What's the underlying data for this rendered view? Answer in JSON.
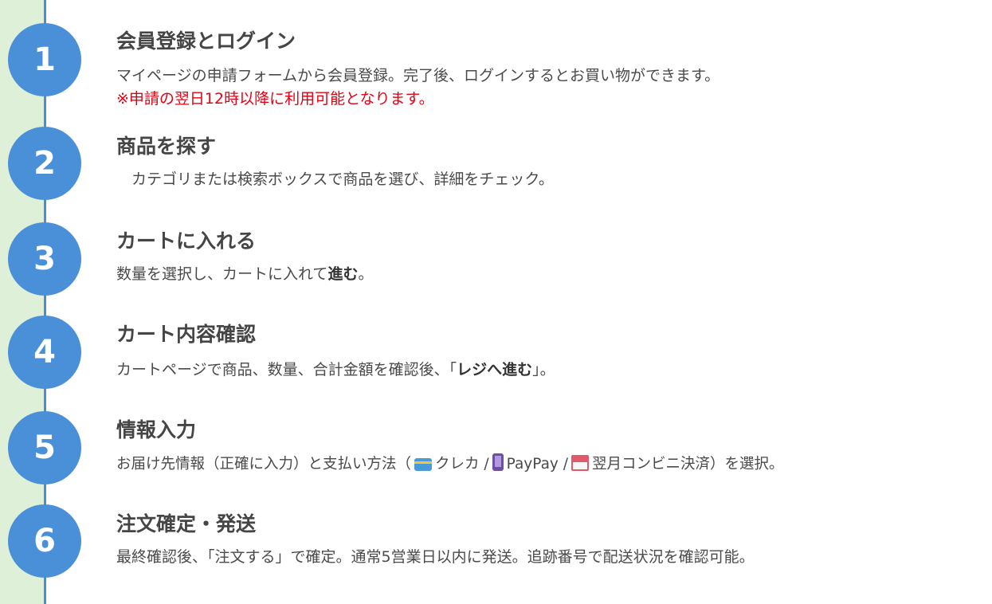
{
  "steps": [
    {
      "number": "1",
      "title": "会員登録とログイン",
      "desc": "マイページの申請フォームから会員登録。完了後、ログインするとお買い物ができます。",
      "note": "※申請の翌日12時以降に利用可能となります。"
    },
    {
      "number": "2",
      "title": "商品を探す",
      "desc": "　カテゴリまたは検索ボックスで商品を選び、詳細をチェック。"
    },
    {
      "number": "3",
      "title": "カートに入れる",
      "desc_pre": "数量を選択し、カートに入れて",
      "desc_bold": "進む",
      "desc_post": "。"
    },
    {
      "number": "4",
      "title": "カート内容確認",
      "desc_pre": "カートページで商品、数量、合計金額を確認後、「",
      "desc_bold": "レジへ進む",
      "desc_post": "」。"
    },
    {
      "number": "5",
      "title": "情報入力",
      "desc_pre": "お届け先情報（正確に入力）と支払い方法（",
      "pay1": "クレカ /",
      "pay2": "PayPay /",
      "pay3": "翌月コンビニ決済）を選択。",
      "icons": [
        "credit-card-icon",
        "mobile-phone-icon",
        "convenience-store-icon"
      ]
    },
    {
      "number": "6",
      "title": "注文確定・発送",
      "desc": "最終確認後、「注文する」で確定。通常5営業日以内に発送。追跡番号で配送状況を確認可能。"
    }
  ],
  "colors": {
    "circle": "#4a90d9",
    "timeline": "#4a8fd6",
    "side_band": "#dff0d8",
    "note": "#e60012"
  }
}
